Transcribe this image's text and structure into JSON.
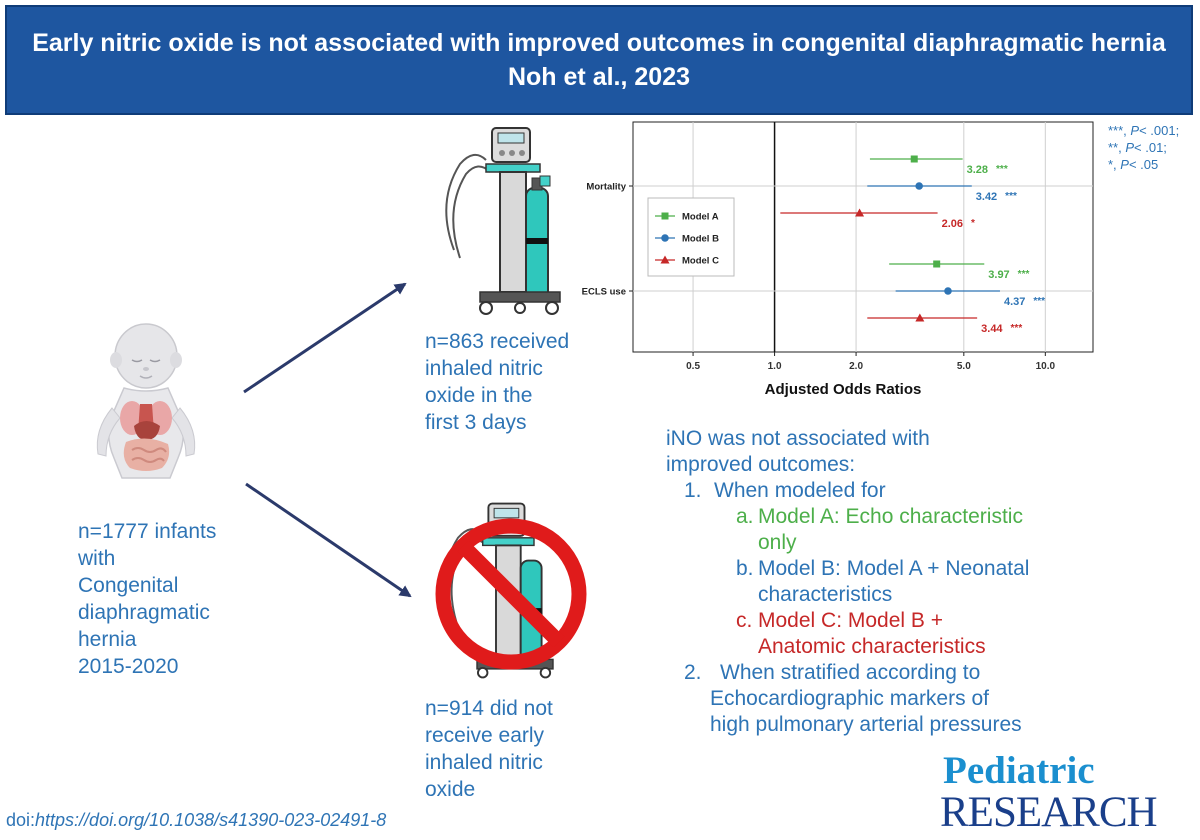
{
  "header": {
    "title_line1": "Early nitric oxide is not associated with improved outcomes in congenital diaphragmatic hernia",
    "title_line2": "Noh et al., 2023",
    "bg_color": "#1e56a0"
  },
  "infants_caption": [
    "n=1777 infants",
    "with",
    "Congenital",
    "diaphragmatic",
    "hernia",
    "2015-2020"
  ],
  "received_caption": [
    "n=863 received",
    "inhaled nitric",
    "oxide in the",
    "first 3 days"
  ],
  "not_received_caption": [
    "n=914 did not",
    "receive early",
    "inhaled nitric",
    "oxide"
  ],
  "icons": {
    "baby": "infant-with-organs-icon",
    "tank": "oxygen-tank-cart-icon",
    "prohibition": "no-symbol-icon",
    "arrows": "arrow-icon"
  },
  "chart_data": {
    "type": "scatter",
    "subtype": "forest-plot",
    "xlabel": "Adjusted Odds Ratios",
    "x_scale": "log",
    "xlim": [
      0.3,
      15
    ],
    "reference_line": 1.0,
    "x_ticks": [
      0.5,
      1.0,
      2.0,
      5.0,
      10.0
    ],
    "x_tick_labels": [
      "0.5",
      "1.0",
      "2.0",
      "5.0",
      "10.0"
    ],
    "categories": [
      "Mortality",
      "ECLS use"
    ],
    "grid": true,
    "legend_position": "left",
    "series": [
      {
        "name": "Model A",
        "color": "#4daf4a",
        "marker": "square",
        "values": [
          {
            "category": "Mortality",
            "or": 3.28,
            "low": 2.25,
            "high": 4.95,
            "label": "3.28",
            "sig": "***"
          },
          {
            "category": "ECLS use",
            "or": 3.97,
            "low": 2.65,
            "high": 5.95,
            "label": "3.97",
            "sig": "***"
          }
        ]
      },
      {
        "name": "Model B",
        "color": "#2e74b5",
        "marker": "circle",
        "values": [
          {
            "category": "Mortality",
            "or": 3.42,
            "low": 2.2,
            "high": 5.35,
            "label": "3.42",
            "sig": "***"
          },
          {
            "category": "ECLS use",
            "or": 4.37,
            "low": 2.8,
            "high": 6.8,
            "label": "4.37",
            "sig": "***"
          }
        ]
      },
      {
        "name": "Model C",
        "color": "#c62828",
        "marker": "triangle",
        "values": [
          {
            "category": "Mortality",
            "or": 2.06,
            "low": 1.05,
            "high": 4.0,
            "label": "2.06",
            "sig": "*"
          },
          {
            "category": "ECLS use",
            "or": 3.44,
            "low": 2.2,
            "high": 5.6,
            "label": "3.44",
            "sig": "***"
          }
        ]
      }
    ]
  },
  "pvalue_legend": [
    {
      "stars": "***,",
      "p": "P",
      "rest": "< .001;"
    },
    {
      "stars": "**,",
      "p": "P",
      "rest": "< .01;"
    },
    {
      "stars": "*,",
      "p": "P",
      "rest": "< .05"
    }
  ],
  "findings": {
    "intro1": "iNO was not associated with",
    "intro2": "improved outcomes:",
    "item1_num": "1.",
    "item1": "When modeled for",
    "a_let": "a.",
    "a1": "Model A: Echo characteristic",
    "a2": "only",
    "b_let": "b.",
    "b1": "Model B: Model A + Neonatal",
    "b2": "characteristics",
    "c_let": "c.",
    "c1": "Model C: Model B +",
    "c2": "Anatomic characteristics",
    "item2_num": "2.",
    "item2a": "When stratified according to",
    "item2b": "Echocardiographic markers of",
    "item2c": "high pulmonary arterial pressures"
  },
  "logo": {
    "line1": "Pediatric",
    "line2": "RESEARCH"
  },
  "doi": {
    "prefix": "doi:",
    "link": "https://doi.org/10.1038/s41390-023-02491-8"
  }
}
